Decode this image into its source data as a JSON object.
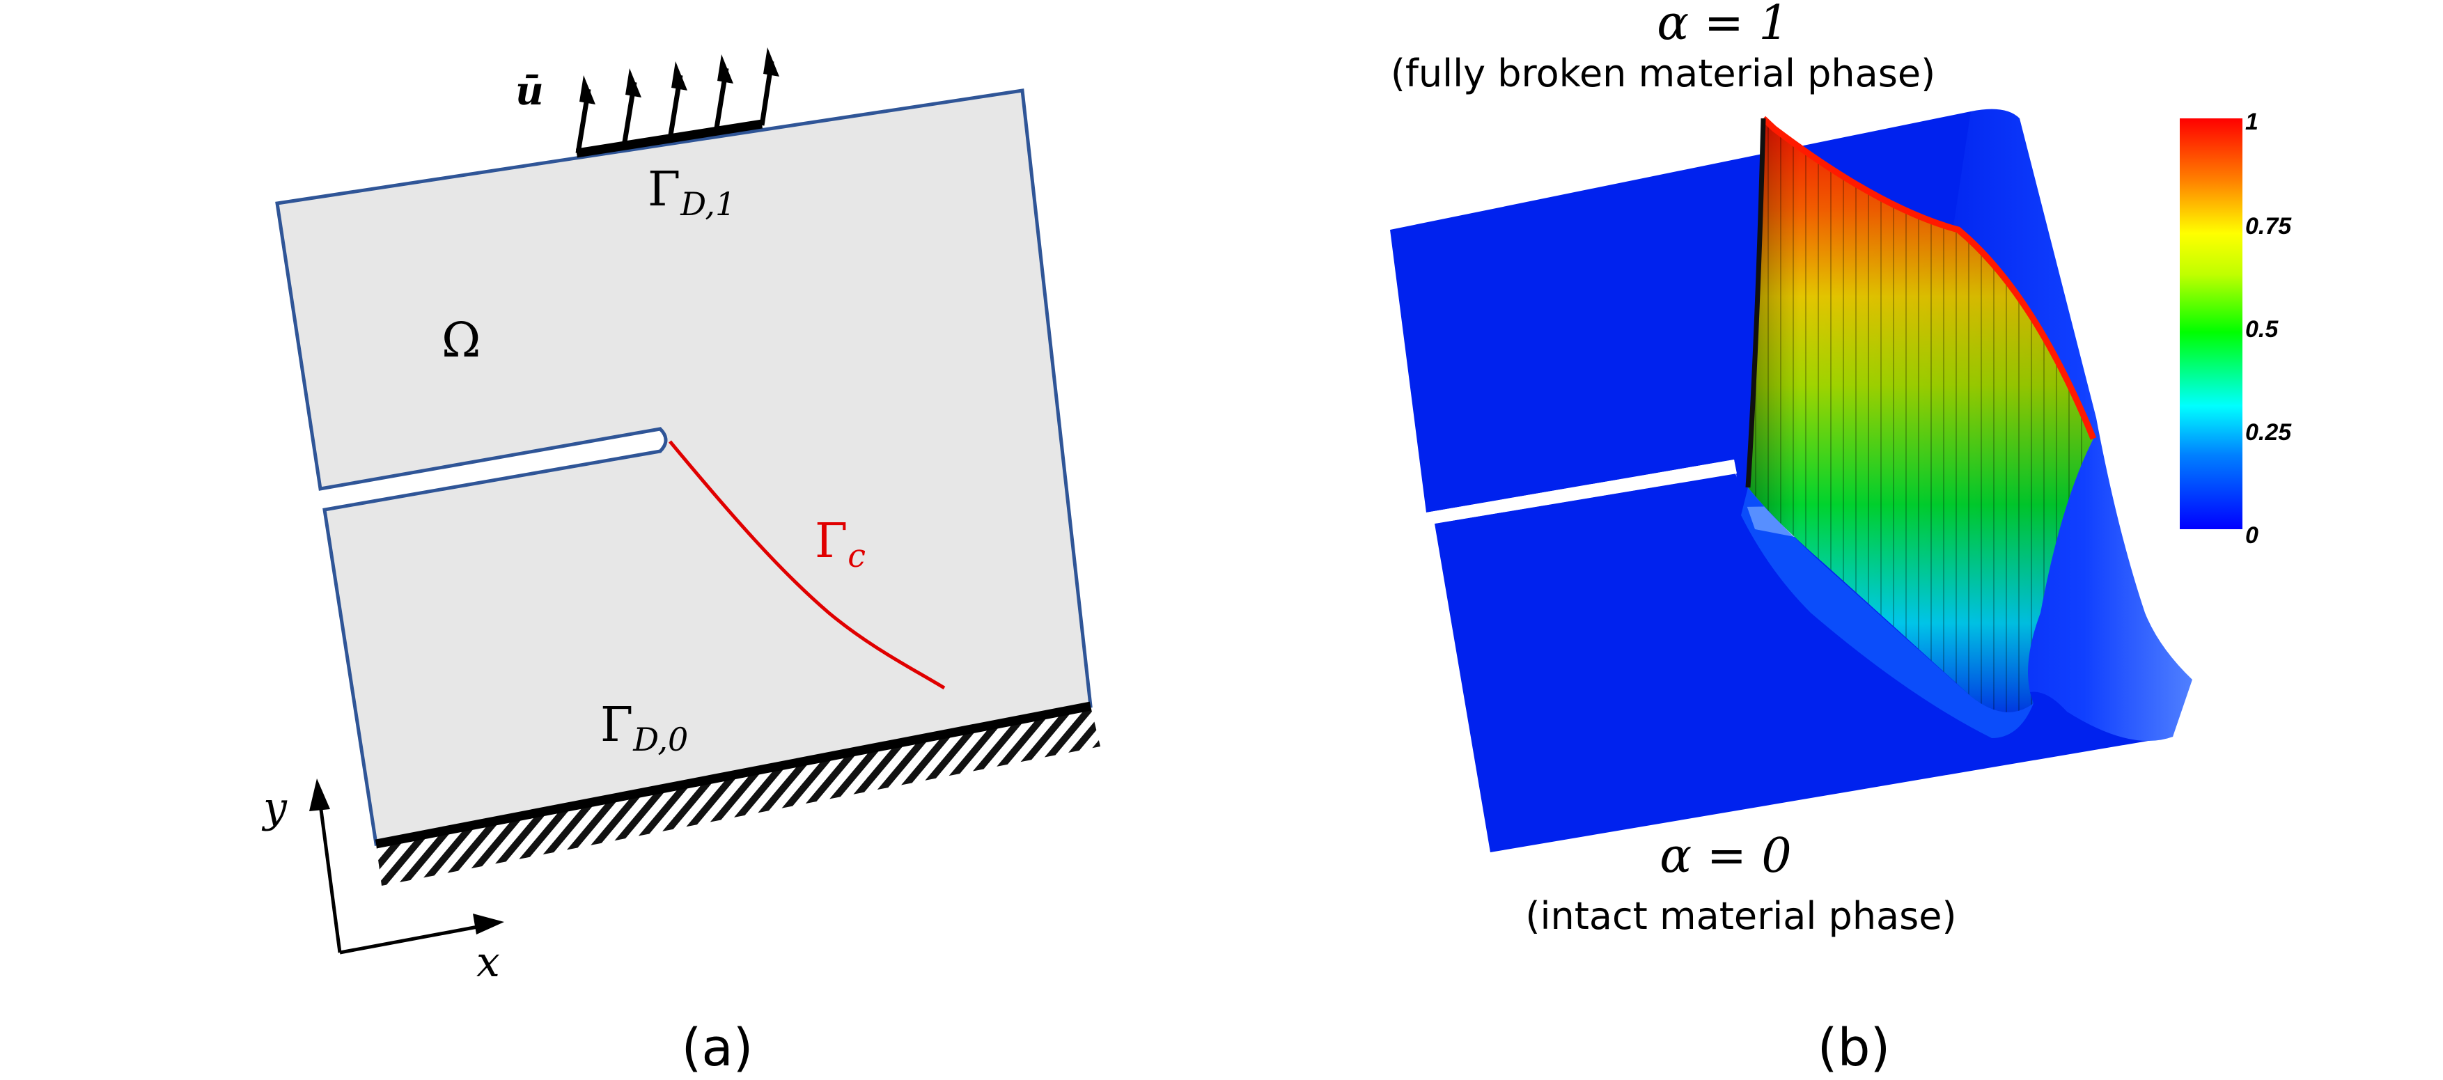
{
  "panel_a": {
    "caption": "(a)",
    "domain_label": "Ω",
    "load_label": "ū",
    "top_boundary": {
      "base": "Γ",
      "sub": "D,1"
    },
    "bottom_boundary": {
      "base": "Γ",
      "sub": "D,0"
    },
    "crack_path": {
      "base": "Γ",
      "sub": "c"
    },
    "axis_x": "x",
    "axis_y": "y"
  },
  "panel_b": {
    "caption": "(b)",
    "top_label": "α = 1",
    "top_sublabel": "(fully broken material phase)",
    "bottom_label": "α = 0",
    "bottom_sublabel": "(intact material phase)",
    "colorbar": {
      "min": 0,
      "max": 1,
      "ticks": [
        "1",
        "0.75",
        "0.5",
        "0.25",
        "0"
      ],
      "colors": [
        "#0000ff",
        "#00a0ff",
        "#00ffff",
        "#00ff00",
        "#c8ff00",
        "#ffff00",
        "#ff8000",
        "#ff0000"
      ]
    }
  },
  "colors": {
    "outline": "#2f5597",
    "domain_fill": "#e7e7e7",
    "crack": "#e00000",
    "surface_blue": "#0022ee"
  }
}
